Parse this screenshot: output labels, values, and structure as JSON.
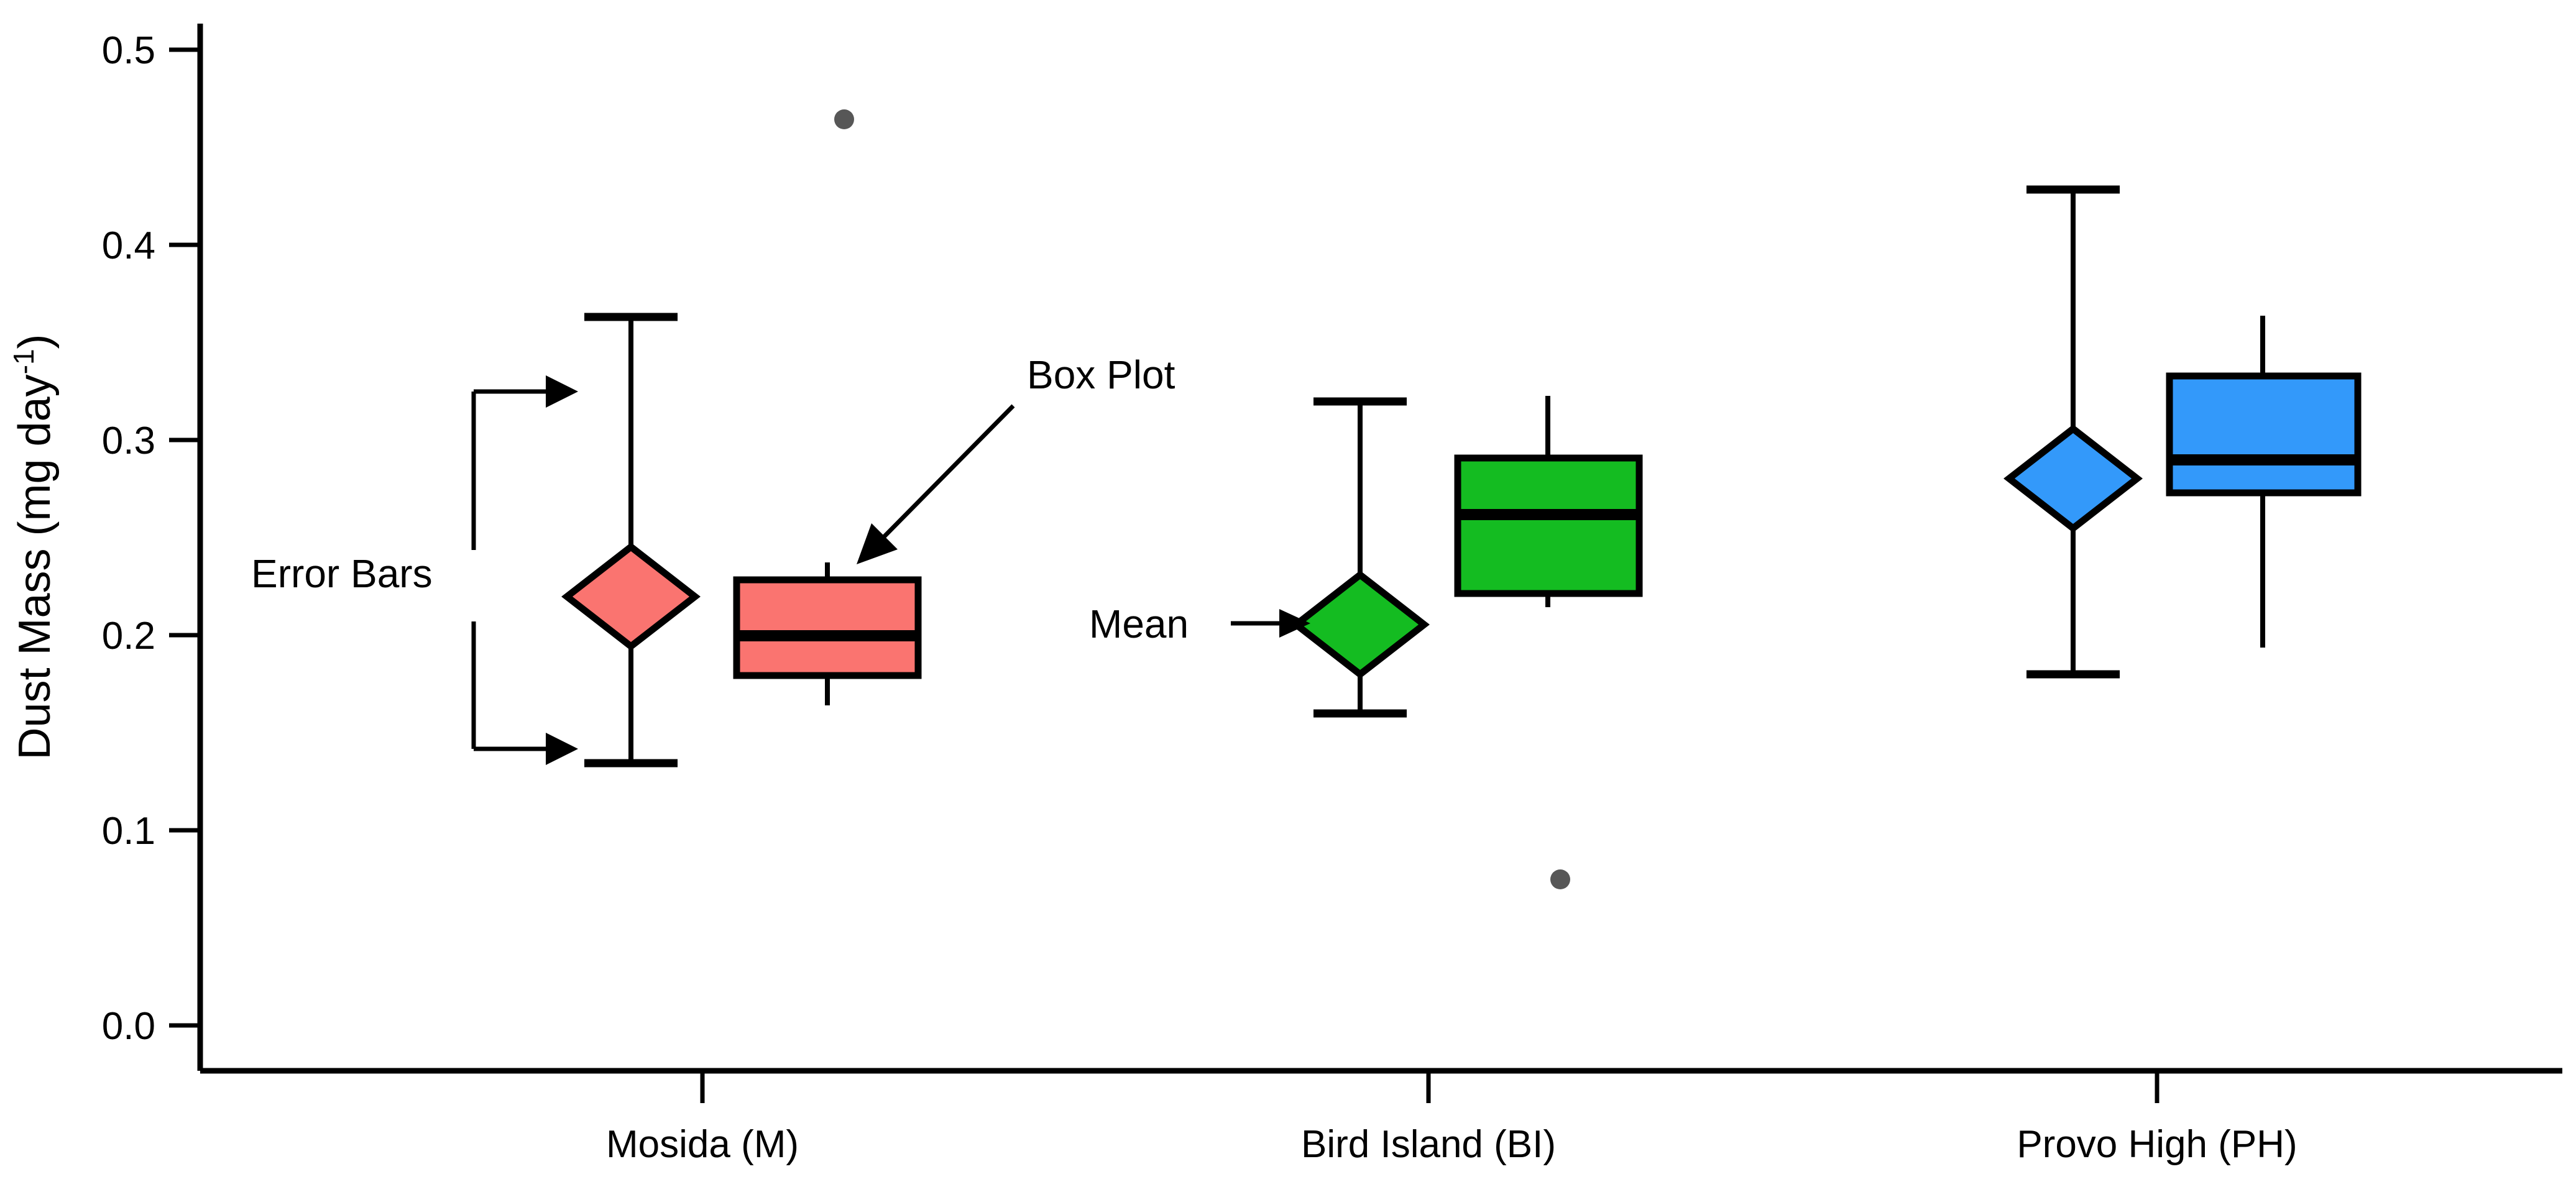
{
  "chart_data": {
    "type": "box",
    "title": "",
    "xlabel": "",
    "ylabel": "Dust Mass (mg day⁻¹)",
    "ylim": [
      0.0,
      0.52
    ],
    "yticks": [
      0.0,
      0.1,
      0.2,
      0.3,
      0.4,
      0.5
    ],
    "ytick_labels": [
      "0.0",
      "0.1",
      "0.2",
      "0.3",
      "0.4",
      "0.5"
    ],
    "grid": false,
    "legend": "none",
    "categories": [
      "Mosida (M)",
      "Bird Island (BI)",
      "Provo High (PH)"
    ],
    "series": [
      {
        "name": "Mosida (M)",
        "color": "#FA7470",
        "mean": 0.238,
        "error_bar_upper": 0.335,
        "error_bar_lower": 0.168,
        "box_q3": 0.243,
        "box_median": 0.213,
        "box_q1": 0.187,
        "whisker_upper": 0.247,
        "whisker_lower": 0.182,
        "outliers": [
          0.458
        ]
      },
      {
        "name": "Bird Island (BI)",
        "color": "#14BC21",
        "mean": 0.226,
        "error_bar_upper": 0.319,
        "error_bar_lower": 0.159,
        "box_q3": 0.302,
        "box_median": 0.274,
        "box_q1": 0.235,
        "whisker_upper": 0.334,
        "whisker_lower": 0.228,
        "outliers": [
          0.075
        ]
      },
      {
        "name": "Provo High (PH)",
        "color": "#3399FA",
        "mean": 0.299,
        "error_bar_upper": 0.422,
        "error_bar_lower": 0.21,
        "box_q3": 0.345,
        "box_median": 0.303,
        "box_q1": 0.287,
        "whisker_upper": 0.374,
        "whisker_lower": 0.204,
        "outliers": []
      }
    ],
    "annotations": [
      {
        "text": "Error Bars",
        "target": "mosida-error-bar"
      },
      {
        "text": "Box Plot",
        "target": "mosida-box"
      },
      {
        "text": "Mean",
        "target": "bird-island-mean-diamond"
      }
    ]
  },
  "axis": {
    "y_title": "Dust Mass (mg day⁻¹)",
    "y_superscript": "-1",
    "y_title_main": "Dust Mass (mg day",
    "y_title_tail": ")",
    "ticks": {
      "t0": "0.0",
      "t1": "0.1",
      "t2": "0.2",
      "t3": "0.3",
      "t4": "0.4",
      "t5": "0.5"
    }
  },
  "categories": {
    "c0": "Mosida (M)",
    "c1": "Bird Island (BI)",
    "c2": "Provo High (PH)"
  },
  "annotations": {
    "error_bars": "Error Bars",
    "box_plot": "Box Plot",
    "mean": "Mean"
  },
  "colors": {
    "mosida": "#FA7470",
    "bird_island": "#14BC21",
    "provo_high": "#3399FA",
    "outlier": "#575757",
    "axis": "#000000"
  }
}
